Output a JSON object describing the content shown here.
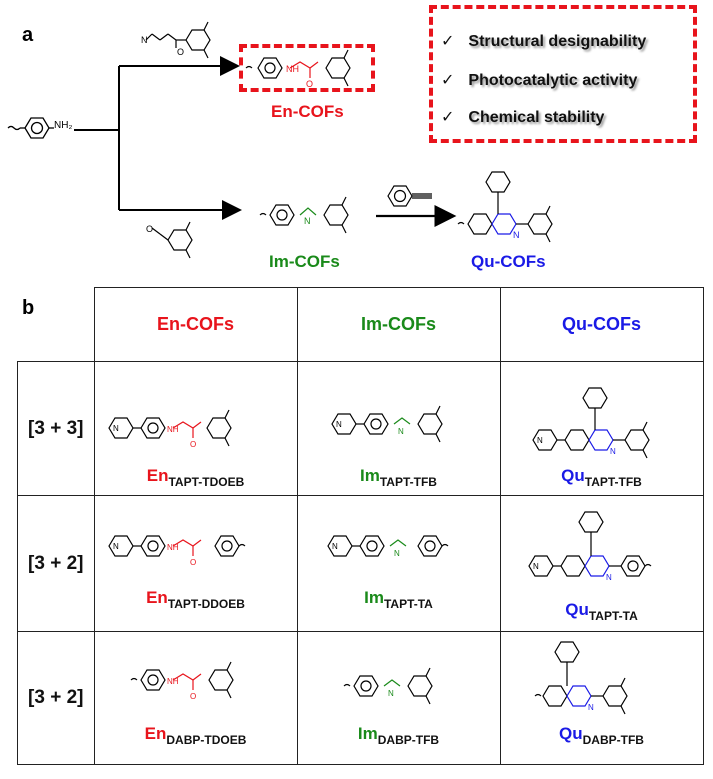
{
  "panel_a": {
    "label": "a",
    "amine_label": "NH₂",
    "en_cofs": "En-COFs",
    "im_cofs": "Im-COFs",
    "qu_cofs": "Qu-COFs",
    "features": [
      {
        "check": "✓",
        "text": "Structural designability"
      },
      {
        "check": "✓",
        "text": "Photocatalytic activity"
      },
      {
        "check": "✓",
        "text": "Chemical stability"
      }
    ],
    "colors": {
      "en": "#e8141c",
      "im": "#1a8a1a",
      "qu": "#1a1ae6"
    }
  },
  "panel_b": {
    "label": "b",
    "columns": [
      "En-COFs",
      "Im-COFs",
      "Qu-COFs"
    ],
    "rows": [
      {
        "type": "[3 + 3]",
        "en": {
          "main": "En",
          "sub": "TAPT-TDOEB"
        },
        "im": {
          "main": "Im",
          "sub": "TAPT-TFB"
        },
        "qu": {
          "main": "Qu",
          "sub": "TAPT-TFB"
        }
      },
      {
        "type": "[3 + 2]",
        "en": {
          "main": "En",
          "sub": "TAPT-DDOEB"
        },
        "im": {
          "main": "Im",
          "sub": "TAPT-TA"
        },
        "qu": {
          "main": "Qu",
          "sub": "TAPT-TA"
        }
      },
      {
        "type": "[3 + 2]",
        "en": {
          "main": "En",
          "sub": "DABP-TDOEB"
        },
        "im": {
          "main": "Im",
          "sub": "DABP-TFB"
        },
        "qu": {
          "main": "Qu",
          "sub": "DABP-TFB"
        }
      }
    ]
  }
}
